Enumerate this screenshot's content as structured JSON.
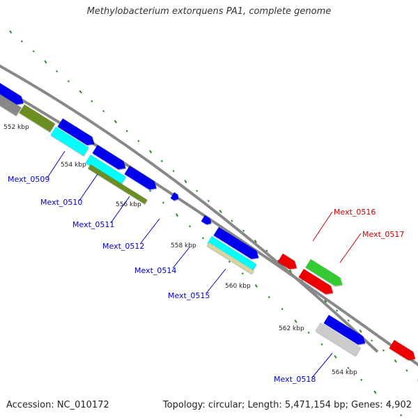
{
  "title": "Methylobacterium extorquens PA1, complete genome",
  "footer": {
    "accession": "Accession: NC_010172",
    "summary": "Topology: circular; Length: 5,471,154 bp; Genes: 4,902"
  },
  "colors": {
    "backbone": "#888888",
    "dotted_track": "#228b22",
    "label_blue": "#0000cc",
    "label_red": "#cc0000",
    "gene_blue": "#0000ee",
    "gene_red": "#ee0000",
    "gene_green": "#33cc33",
    "gene_cyan": "#00ffff",
    "gene_olive": "#6b8e23",
    "gene_khaki": "#d8d4a0",
    "gene_gray": "#888888",
    "gene_lightgray": "#cccccc"
  },
  "ticks": [
    {
      "label": "552 kbp"
    },
    {
      "label": "554 kbp"
    },
    {
      "label": "556 kbp"
    },
    {
      "label": "558 kbp"
    },
    {
      "label": "560 kbp"
    },
    {
      "label": "562 kbp"
    },
    {
      "label": "564 kbp"
    }
  ],
  "gene_labels": [
    {
      "label": "Mext_0509",
      "color": "#0000cc"
    },
    {
      "label": "Mext_0510",
      "color": "#0000cc"
    },
    {
      "label": "Mext_0511",
      "color": "#0000cc"
    },
    {
      "label": "Mext_0512",
      "color": "#0000cc"
    },
    {
      "label": "Mext_0514",
      "color": "#0000cc"
    },
    {
      "label": "Mext_0515",
      "color": "#0000cc"
    },
    {
      "label": "Mext_0516",
      "color": "#cc0000"
    },
    {
      "label": "Mext_0517",
      "color": "#cc0000"
    },
    {
      "label": "Mext_0518",
      "color": "#0000cc"
    }
  ]
}
